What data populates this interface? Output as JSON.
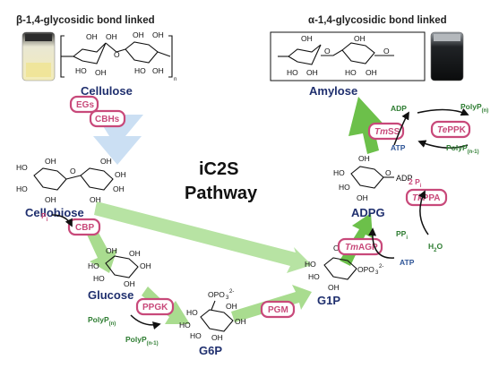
{
  "headers": {
    "left": "β-1,4-glycosidic bond linked",
    "right": "α-1,4-glycosidic bond linked"
  },
  "title": {
    "line1": "iC2S",
    "line2": "Pathway"
  },
  "compounds": {
    "cellulose": "Cellulose",
    "cellobiose": "Cellobiose",
    "glucose": "Glucose",
    "g6p": "G6P",
    "g1p": "G1P",
    "adpg": "ADPG",
    "amylose": "Amylose"
  },
  "enzymes": {
    "egs": "EGs",
    "cbhs": "CBHs",
    "cbp": "CBP",
    "ppgk": "PPGK",
    "pgm": "PGM",
    "tmagp": {
      "pre": "Tm",
      "post": "AGP"
    },
    "tkppa": {
      "pre": "Tk",
      "post": "PPA"
    },
    "tmss": {
      "pre": "Tm",
      "post": "SS"
    },
    "teppk": {
      "pre": "Te",
      "post": "PPK"
    }
  },
  "cofactors": {
    "pi": "P",
    "pi_sub": "i",
    "polyp_n": "PolyP",
    "polyp_n_sub": "(n)",
    "polyp_n1": "PolyP",
    "polyp_n1_sub": "(n-1)",
    "ppi": "PP",
    "ppi_sub": "i",
    "two_pi": "2 P",
    "two_pi_sub": "i",
    "h2o": "H",
    "h2o_sub": "2",
    "h2o_tail": "O",
    "atp": "ATP",
    "adp": "ADP",
    "teppk_adp": "ADP",
    "teppk_atp": "ATP",
    "teppk_polyp_n": "PolyP",
    "teppk_polyp_n_sub": "(n)",
    "teppk_polyp_n1": "PolyP",
    "teppk_polyp_n1_sub": "(n-1)"
  },
  "structure_labels": {
    "oh": "OH",
    "ho": "HO",
    "o": "O",
    "opo3": "OPO",
    "opo3_sub": "3",
    "opo3_sup": "2-",
    "po3": "OPO",
    "po3_sub": "3",
    "po3_sup": "2-",
    "n_sub": "n"
  },
  "colors": {
    "enzyme": "#c8497a",
    "compound": "#1f2f6e",
    "green_arrow": "#a9dc8f",
    "green_arrow_dark": "#6cc04a",
    "blue_arrow": "#c5dcf2",
    "cofactor_green": "#2e7d32",
    "cofactor_blue": "#2f5597"
  },
  "photos": {
    "left": "cloudy-white-suspension-vial",
    "right": "dark-black-solution-vial"
  }
}
